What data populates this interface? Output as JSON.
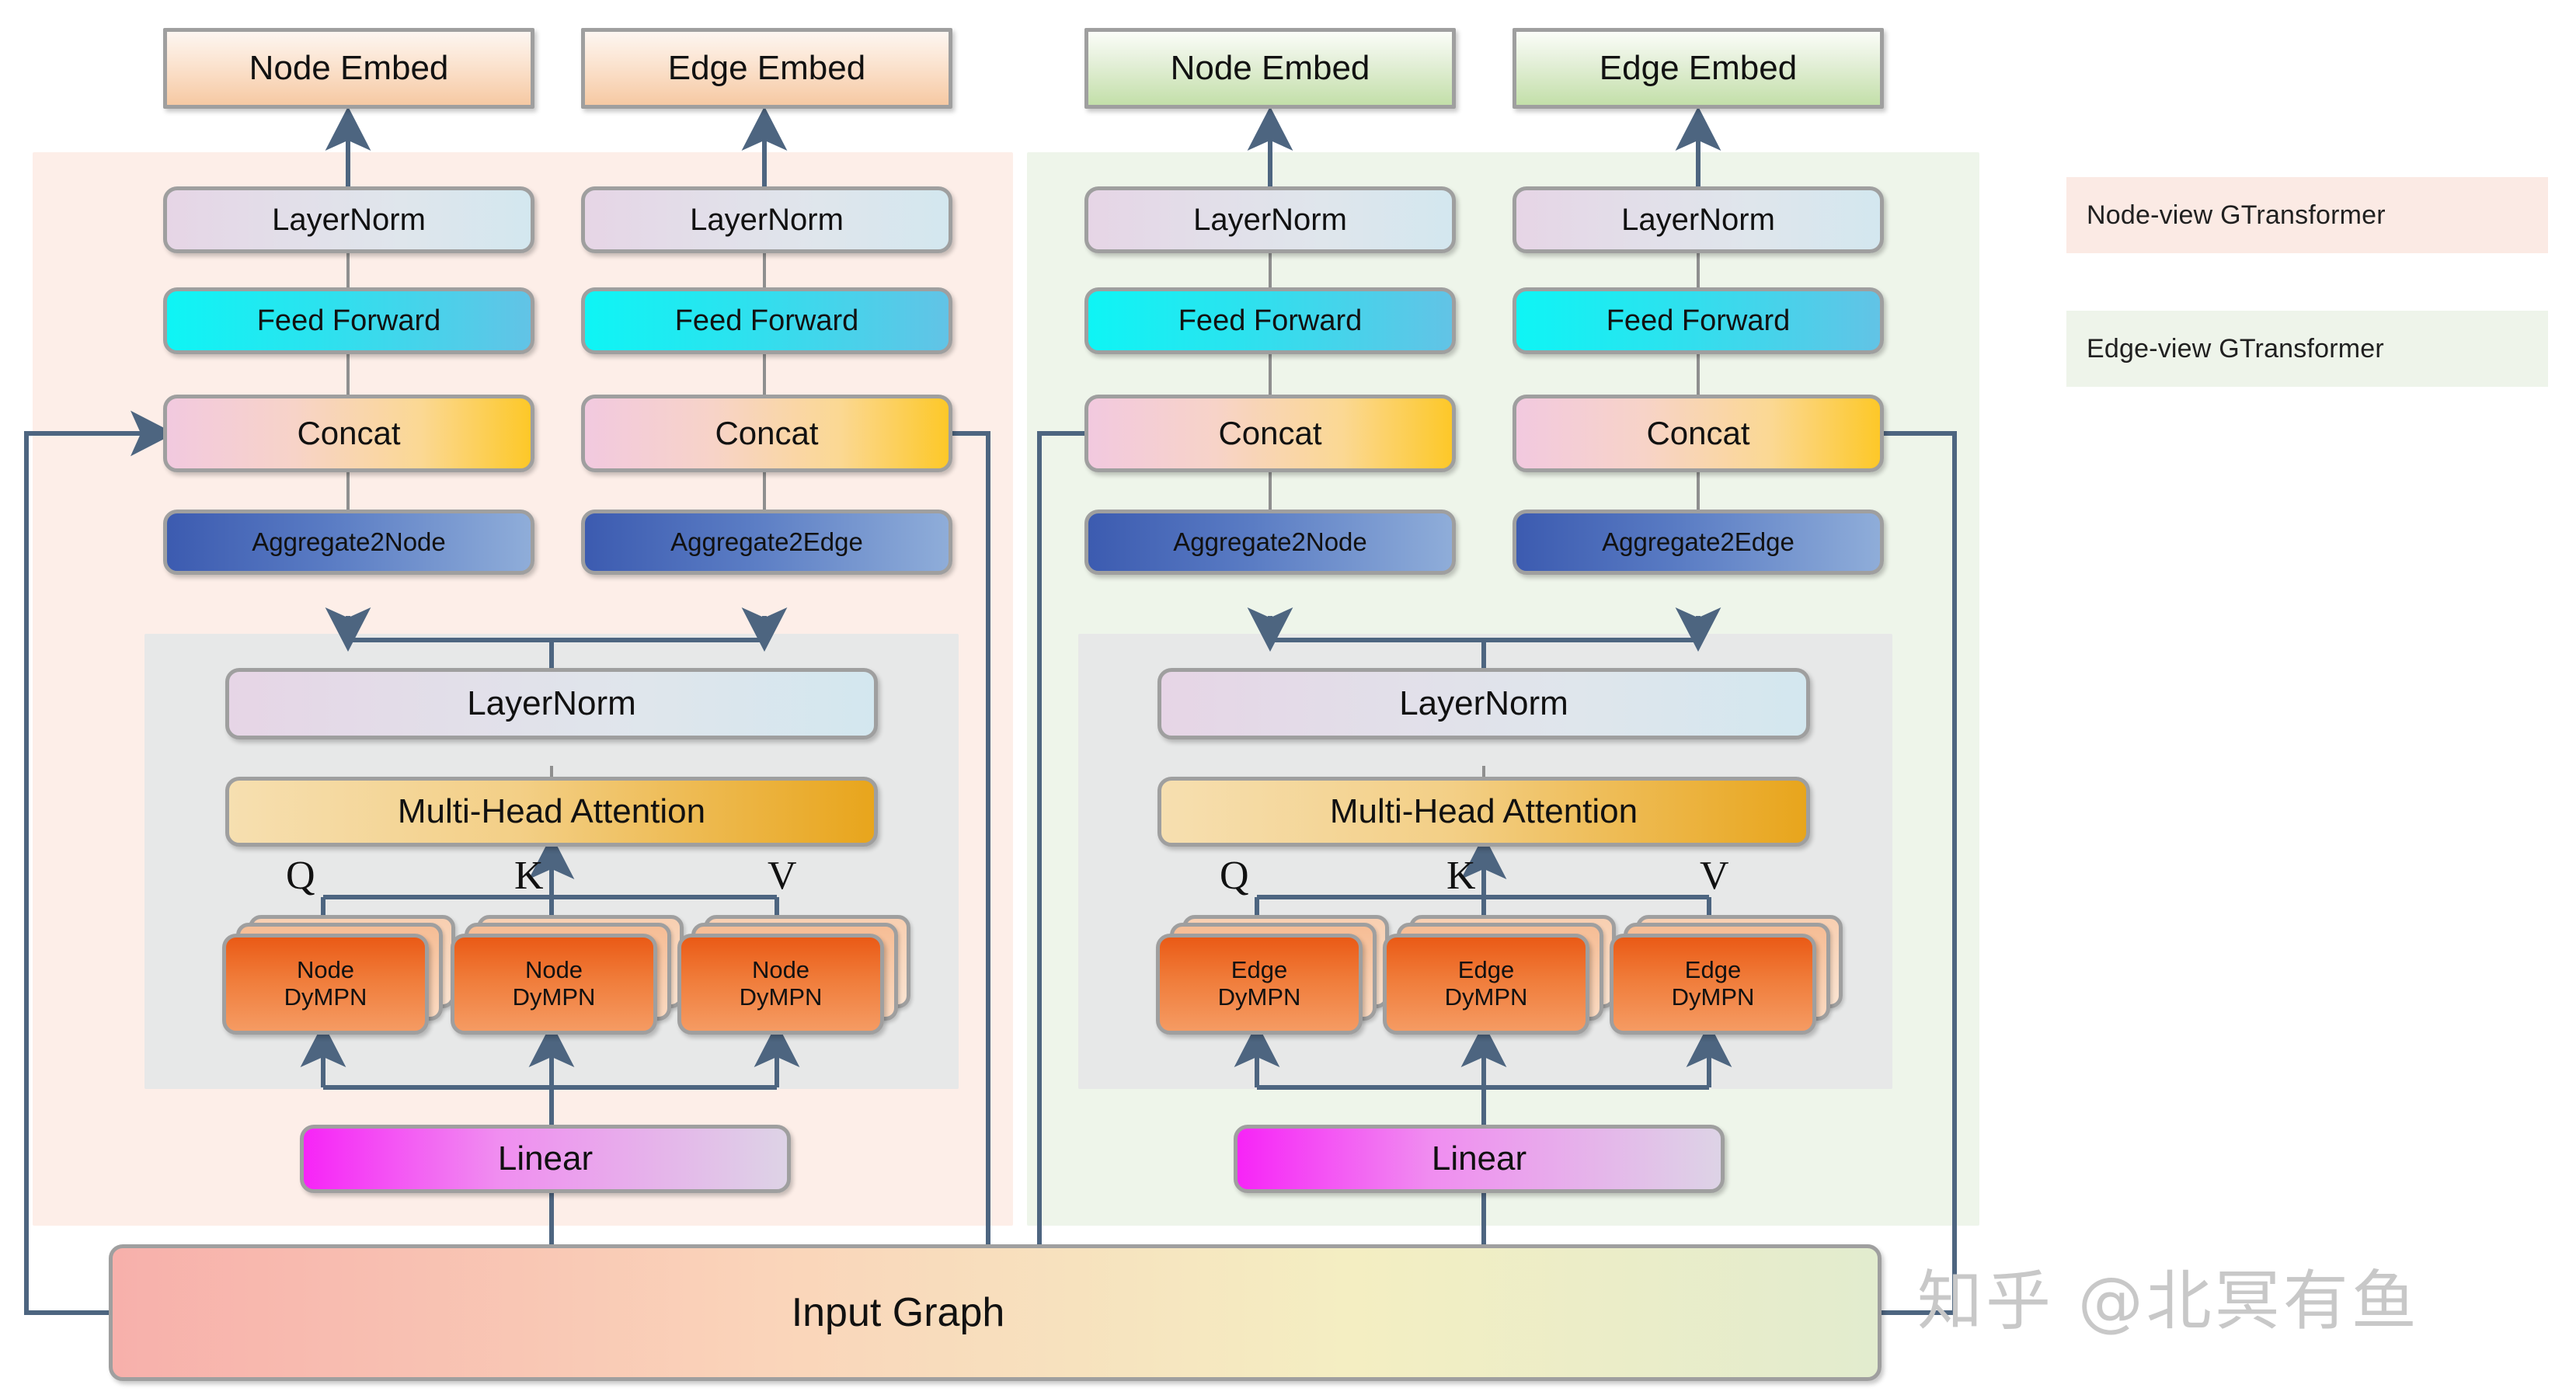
{
  "diagram": {
    "title": "Node-view and Edge-view GTransformer architecture",
    "wire_color": "#4d6580",
    "thin_wire_color": "#8a8a8a",
    "block_border_color": "#9f9f9f"
  },
  "legend": {
    "items": [
      {
        "label": "Node-view GTransformer",
        "swatch_color": "#fbeae4"
      },
      {
        "label": "Edge-view GTransformer",
        "swatch_color": "#eef4ea"
      }
    ]
  },
  "panels": {
    "node_view": {
      "name": "Node-view GTransformer panel",
      "color": "#fdeee8"
    },
    "edge_view": {
      "name": "Edge-view GTransformer panel",
      "color": "#eef5ea"
    },
    "inner_attention": {
      "name": "Attention sub-block panel",
      "color": "#e7e8e8"
    }
  },
  "node_view": {
    "outputs": [
      {
        "label": "Node Embed",
        "color": "#f6c9a3"
      },
      {
        "label": "Edge Embed",
        "color": "#f6c9a3"
      }
    ],
    "columns": [
      {
        "name": "node-column",
        "layernorm": "LayerNorm",
        "feed_forward": "Feed Forward",
        "concat": "Concat",
        "aggregate": "Aggregate2Node"
      },
      {
        "name": "edge-column",
        "layernorm": "LayerNorm",
        "feed_forward": "Feed Forward",
        "concat": "Concat",
        "aggregate": "Aggregate2Edge"
      }
    ],
    "attention": {
      "layernorm": "LayerNorm",
      "multi_head_attention": "Multi-Head Attention",
      "qkv_labels": [
        "Q",
        "K",
        "V"
      ],
      "mpn_blocks": [
        {
          "line1": "Node",
          "line2": "DyMPN"
        },
        {
          "line1": "Node",
          "line2": "DyMPN"
        },
        {
          "line1": "Node",
          "line2": "DyMPN"
        }
      ],
      "stack_depth": 3
    },
    "linear": "Linear"
  },
  "edge_view": {
    "outputs": [
      {
        "label": "Node Embed",
        "color": "#c3dfa9"
      },
      {
        "label": "Edge Embed",
        "color": "#c3dfa9"
      }
    ],
    "columns": [
      {
        "name": "node-column",
        "layernorm": "LayerNorm",
        "feed_forward": "Feed Forward",
        "concat": "Concat",
        "aggregate": "Aggregate2Node"
      },
      {
        "name": "edge-column",
        "layernorm": "LayerNorm",
        "feed_forward": "Feed Forward",
        "concat": "Concat",
        "aggregate": "Aggregate2Edge"
      }
    ],
    "attention": {
      "layernorm": "LayerNorm",
      "multi_head_attention": "Multi-Head Attention",
      "qkv_labels": [
        "Q",
        "K",
        "V"
      ],
      "mpn_blocks": [
        {
          "line1": "Edge",
          "line2": "DyMPN"
        },
        {
          "line1": "Edge",
          "line2": "DyMPN"
        },
        {
          "line1": "Edge",
          "line2": "DyMPN"
        }
      ],
      "stack_depth": 3
    },
    "linear": "Linear"
  },
  "input_graph": {
    "label": "Input Graph"
  },
  "watermark": {
    "text": "知乎 @北冥有鱼"
  }
}
